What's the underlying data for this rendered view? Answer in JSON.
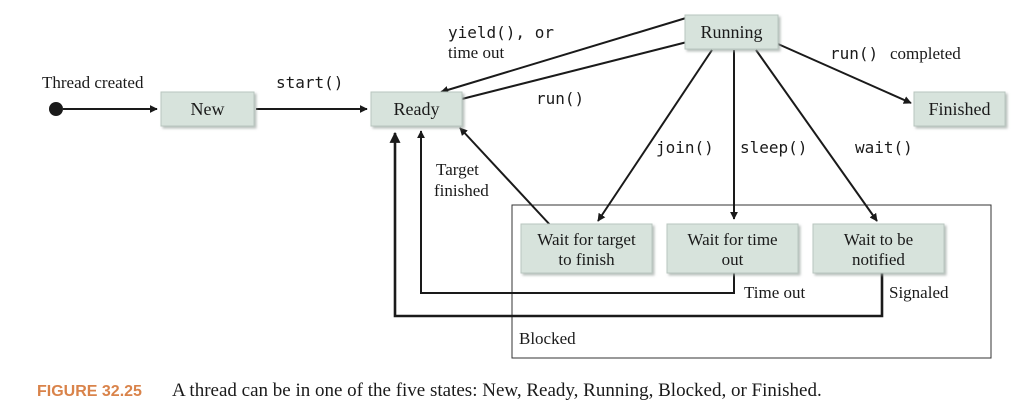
{
  "states": {
    "new": "New",
    "ready": "Ready",
    "running": "Running",
    "finished": "Finished",
    "wait_target": [
      "Wait for target",
      "to finish"
    ],
    "wait_time": [
      "Wait for time",
      "out"
    ],
    "wait_notify": [
      "Wait to be",
      "notified"
    ]
  },
  "labels": {
    "thread_created": "Thread created",
    "start": "start()",
    "yield": "yield(), or",
    "time_out": "time out",
    "run": "run()",
    "run_completed_code": "run()",
    "run_completed_text": "completed",
    "join": "join()",
    "sleep": "sleep()",
    "wait": "wait()",
    "target": "Target",
    "finished_word": "finished",
    "time_out_event": "Time out",
    "signaled": "Signaled",
    "blocked": "Blocked"
  },
  "caption": {
    "figure_label": "FIGURE 32.25",
    "text": "A thread can be in one of the five states: New, Ready, Running, Blocked, or Finished."
  },
  "colors": {
    "state_fill": "#d7e3dc",
    "caption_accent": "#d9834a"
  }
}
